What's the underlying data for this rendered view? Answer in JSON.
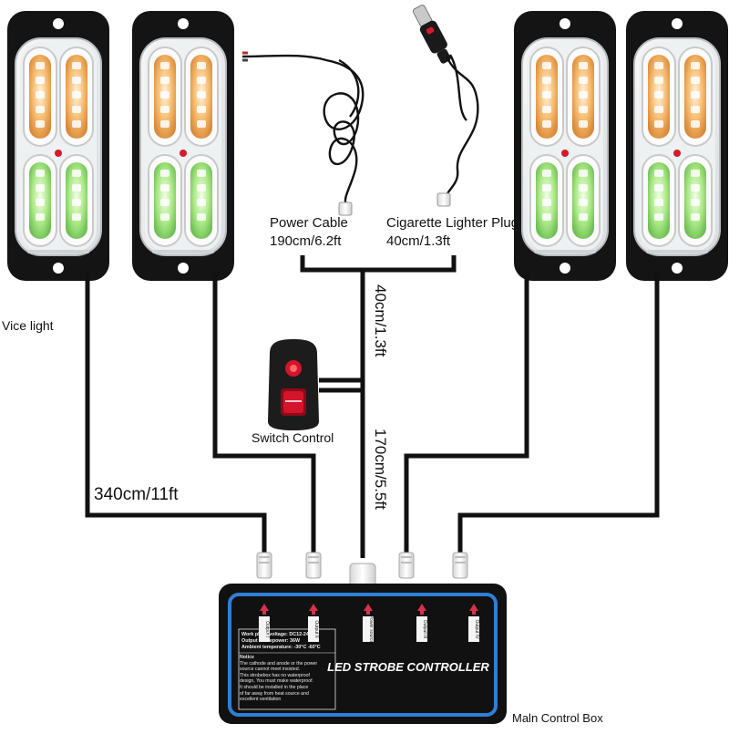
{
  "labels": {
    "vice_light": "Vice light",
    "power_cable_name": "Power Cable",
    "power_cable_length": "190cm/6.2ft",
    "lighter_name": "Cigarette Lighter Plug",
    "lighter_length": "40cm/1.3ft",
    "switch_control": "Switch Control",
    "len_340": "340cm/11ft",
    "len_40": "40cm/1.3ft",
    "len_170": "170cm/5.5ft",
    "main_box": "Maln Control Box"
  },
  "controller": {
    "title": "LED STROBE CONTROLLER",
    "ports": [
      "Output I",
      "Output II",
      "Power source",
      "Output III",
      "Output IV"
    ],
    "specs": [
      {
        "k": "Work place voltage:",
        "v": "DC12-24V"
      },
      {
        "k": "Output horsepower:",
        "v": "36W"
      },
      {
        "k": "Ambient temperature:",
        "v": "-30°C -60°C"
      }
    ],
    "notice_title": "Notice",
    "notices": [
      "The cathode and anode or the power",
      "source cannot meet insisted.",
      "This strobebox has no waterproof",
      "design, You must make waterproof.",
      "It should be installed in the place",
      "of far away from heat source and",
      "excellent ventilation"
    ]
  },
  "colors": {
    "wire": "#111111",
    "amber_led": "#f0a24a",
    "green_led": "#9fe07a",
    "controller_border": "#2f7fd6",
    "switch_red": "#d4142a"
  }
}
